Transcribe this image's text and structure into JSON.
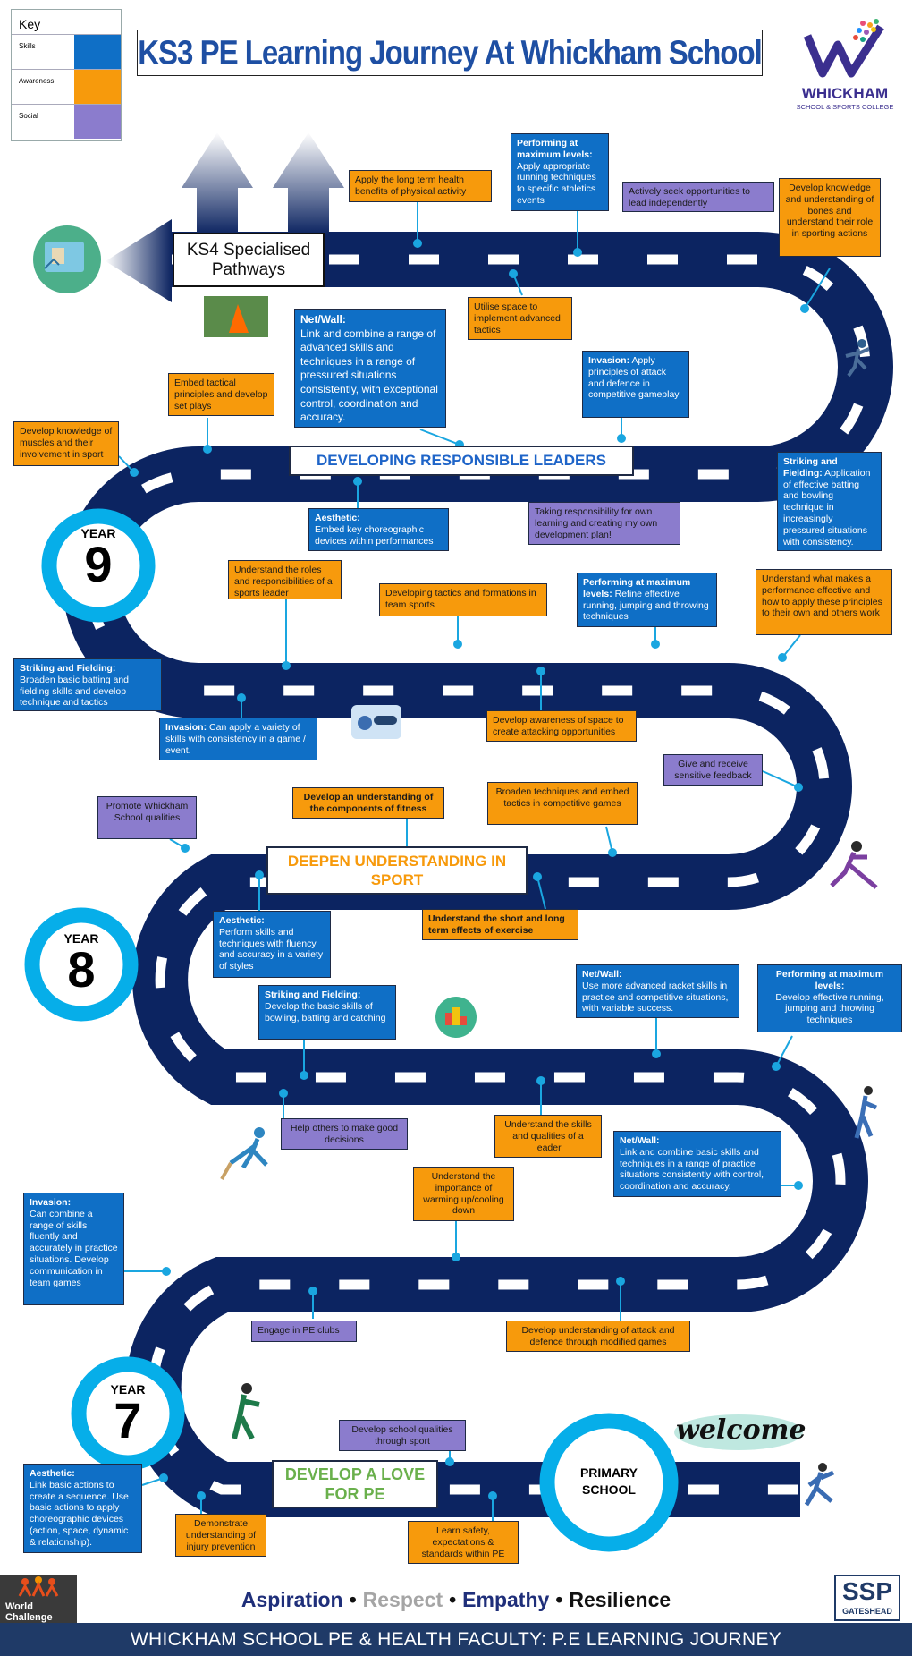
{
  "header": {
    "title": "KS3 PE Learning Journey At Whickham School",
    "logo_name": "WHICKHAM",
    "logo_sub": "SCHOOL & SPORTS COLLEGE"
  },
  "key": {
    "title": "Key",
    "rows": [
      {
        "label": "Skills",
        "color": "#0f6fc6"
      },
      {
        "label": "Awareness",
        "color": "#f79a0c"
      },
      {
        "label": "Social",
        "color": "#8b7ccd"
      }
    ]
  },
  "signs": {
    "ks4": "KS4 Specialised Pathways",
    "leaders": "DEVELOPING RESPONSIBLE LEADERS",
    "deepen": "DEEPEN UNDERSTANDING IN SPORT",
    "love": "DEVELOP A LOVE FOR PE",
    "primary": "PRIMARY SCHOOL",
    "welcome": "welcome"
  },
  "years": {
    "label": "YEAR",
    "y9": "9",
    "y8": "8",
    "y7": "7"
  },
  "cards": {
    "c01": {
      "text": "Apply the long term health benefits of physical activity"
    },
    "c02": {
      "head": "Performing at maximum levels:",
      "text": "Apply appropriate running techniques to specific athletics events"
    },
    "c03": {
      "text": "Actively seek opportunities to lead independently"
    },
    "c04": {
      "text": "Develop knowledge and understanding of bones and understand their role in sporting actions"
    },
    "c05": {
      "text": "Utilise space to implement advanced tactics"
    },
    "c06": {
      "head": "Net/Wall:",
      "text": "Link and combine a range of advanced skills and techniques in a range of pressured situations consistently, with exceptional control, coordination and accuracy."
    },
    "c07": {
      "head": "Invasion:",
      "text": "Apply principles of attack and defence in competitive gameplay"
    },
    "c08": {
      "text": "Embed tactical principles and develop set plays"
    },
    "c09": {
      "text": "Develop knowledge of muscles and their involvement in sport"
    },
    "c10": {
      "head": "Striking and Fielding:",
      "text": "Application of effective batting and bowling technique in increasingly pressured situations with consistency."
    },
    "c11": {
      "head": "Aesthetic:",
      "text": "Embed key choreographic devices within performances"
    },
    "c12": {
      "text": "Taking responsibility for own learning and creating my own development plan!"
    },
    "c13": {
      "text": "Understand the roles and responsibilities of a sports leader"
    },
    "c14": {
      "text": "Developing tactics and formations in team sports"
    },
    "c15": {
      "head": "Performing at maximum levels:",
      "text": "Refine effective running, jumping and throwing techniques"
    },
    "c16": {
      "text": "Understand what makes a performance effective and how to apply these principles to their own and others work"
    },
    "c17": {
      "head": "Striking and Fielding:",
      "text": "Broaden basic batting and fielding skills and develop technique and tactics"
    },
    "c18": {
      "head": "Invasion:",
      "text": "Can apply a variety of skills with consistency in a game / event."
    },
    "c19": {
      "text": "Develop awareness of space to create attacking opportunities"
    },
    "c20": {
      "text": "Give and receive sensitive feedback"
    },
    "c21": {
      "text": "Promote Whickham School qualities"
    },
    "c22": {
      "text": "Develop an understanding of the components of fitness"
    },
    "c23": {
      "text": "Broaden techniques and embed tactics in competitive games"
    },
    "c24": {
      "head": "Aesthetic:",
      "text": "Perform skills and techniques with fluency and accuracy in a variety of styles"
    },
    "c25": {
      "text": "Understand the short and long term effects of exercise"
    },
    "c26": {
      "head": "Net/Wall:",
      "text": "Use more advanced racket skills in practice and competitive situations, with variable success."
    },
    "c27": {
      "head": "Performing at maximum levels:",
      "text": "Develop effective running, jumping and throwing techniques"
    },
    "c28": {
      "head": "Striking and Fielding:",
      "text": "Develop the basic skills of bowling, batting and catching"
    },
    "c29": {
      "text": "Help others to make good decisions"
    },
    "c30": {
      "text": "Understand the skills and qualities of a leader"
    },
    "c31": {
      "head": "Net/Wall:",
      "text": "Link and combine basic skills and techniques in a range of practice situations consistently with control, coordination and accuracy."
    },
    "c32": {
      "text": "Understand the importance of warming up/cooling down"
    },
    "c33": {
      "head": "Invasion:",
      "text": "Can combine a range of skills fluently and accurately in practice situations. Develop communication in team games"
    },
    "c34": {
      "text": "Engage in PE clubs"
    },
    "c35": {
      "text": "Develop understanding of attack and defence through modified games"
    },
    "c36": {
      "text": "Develop school qualities through sport"
    },
    "c37": {
      "head": "Aesthetic:",
      "text": "Link basic actions to create a sequence. Use basic actions to apply choreographic devices (action, space, dynamic & relationship)."
    },
    "c38": {
      "text": "Demonstrate understanding of injury prevention"
    },
    "c39": {
      "text": "Learn safety, expectations & standards within PE"
    }
  },
  "footer": {
    "values": [
      "Aspiration",
      "Respect",
      "Empathy",
      "Resilience"
    ],
    "bottom": "WHICKHAM SCHOOL PE & HEALTH FACULTY:  P.E LEARNING JOURNEY",
    "world_challenge": "World Challenge",
    "ssp": "SSP",
    "ssp_sub": "GATESHEAD"
  },
  "colors": {
    "road": "#0c2461",
    "year_ring": "#06aee9",
    "skills": "#0f6fc6",
    "awareness": "#f79a0c",
    "social": "#8b7ccd",
    "title_blue": "#1e4fa3"
  }
}
